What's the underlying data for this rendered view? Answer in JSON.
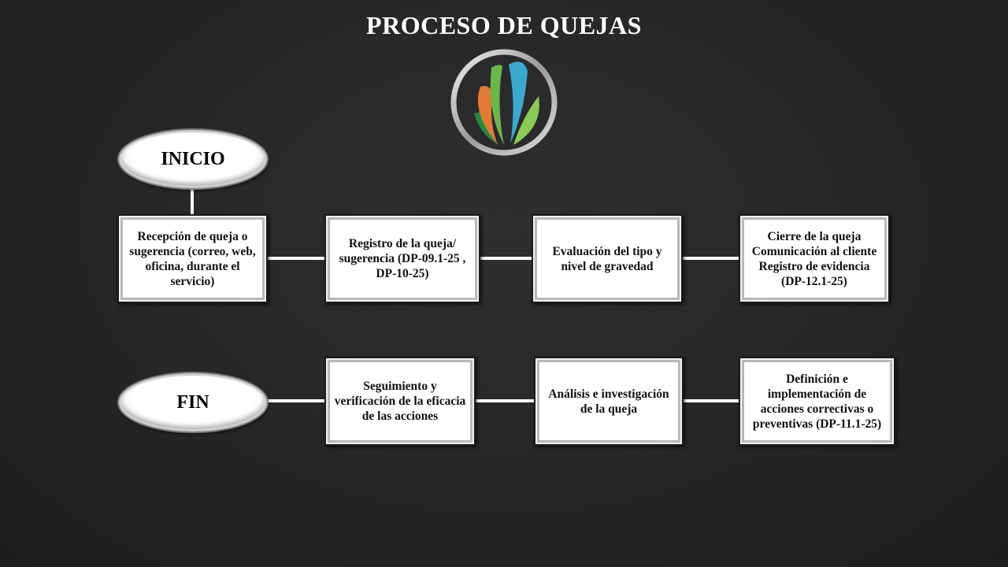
{
  "title": "PROCESO DE QUEJAS",
  "logo": {
    "icon": "ribbon-circle-logo",
    "colors": [
      "#e07a35",
      "#6ab84a",
      "#3aa9cf",
      "#8ccc55",
      "#1f8a3c"
    ]
  },
  "terminals": {
    "start": "INICIO",
    "end": "FIN"
  },
  "steps": [
    {
      "id": "recepcion",
      "text": "Recepción de queja o sugerencia (correo, web, oficina, durante el servicio)"
    },
    {
      "id": "registro",
      "text": "Registro de la queja/ sugerencia (DP-09.1-25 , DP-10-25)"
    },
    {
      "id": "evaluacion",
      "text": "Evaluación del tipo y nivel de gravedad"
    },
    {
      "id": "cierre",
      "text": "Cierre de la queja Comunicación al cliente Registro de evidencia (DP-12.1-25)"
    },
    {
      "id": "definicion",
      "text": "Definición e implementación de acciones correctivas o preventivas (DP-11.1-25)"
    },
    {
      "id": "analisis",
      "text": "Análisis e investigación de la queja"
    },
    {
      "id": "seguimiento",
      "text": "Seguimiento y verificación de la eficacia de las acciones"
    }
  ],
  "colors": {
    "background": "#262628",
    "box": "#ffffff",
    "connector": "#ffffff",
    "title": "#ffffff"
  }
}
